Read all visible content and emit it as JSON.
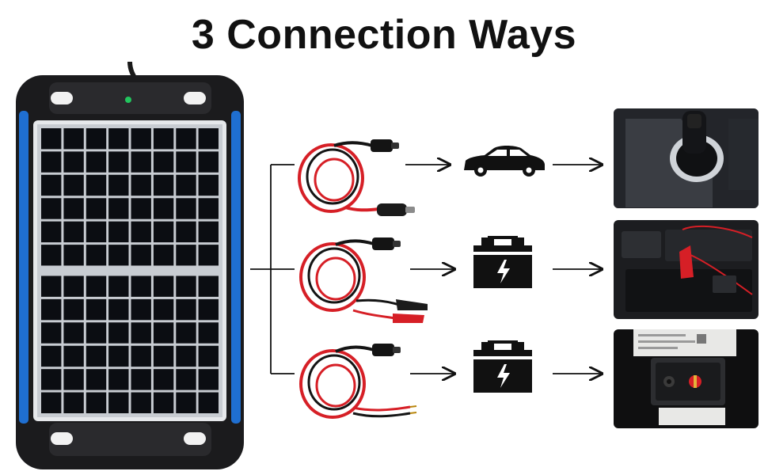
{
  "title": "3 Connection Ways",
  "colors": {
    "panel_frame": "#1b1b1d",
    "panel_accent": "#1f6fd1",
    "cell": "#0b0d12",
    "cable_red": "#d61f26",
    "cable_black": "#141414",
    "indicator": "#22c55e",
    "arrow": "#111111"
  },
  "connections": [
    {
      "cable": "cigarette-lighter-plug",
      "target_icon": "car-icon",
      "photo": "car-socket-photo"
    },
    {
      "cable": "alligator-clips",
      "target_icon": "battery-icon",
      "photo": "battery-clips-photo"
    },
    {
      "cable": "o-ring-terminals",
      "target_icon": "battery-icon",
      "photo": "terminal-block-photo"
    }
  ]
}
